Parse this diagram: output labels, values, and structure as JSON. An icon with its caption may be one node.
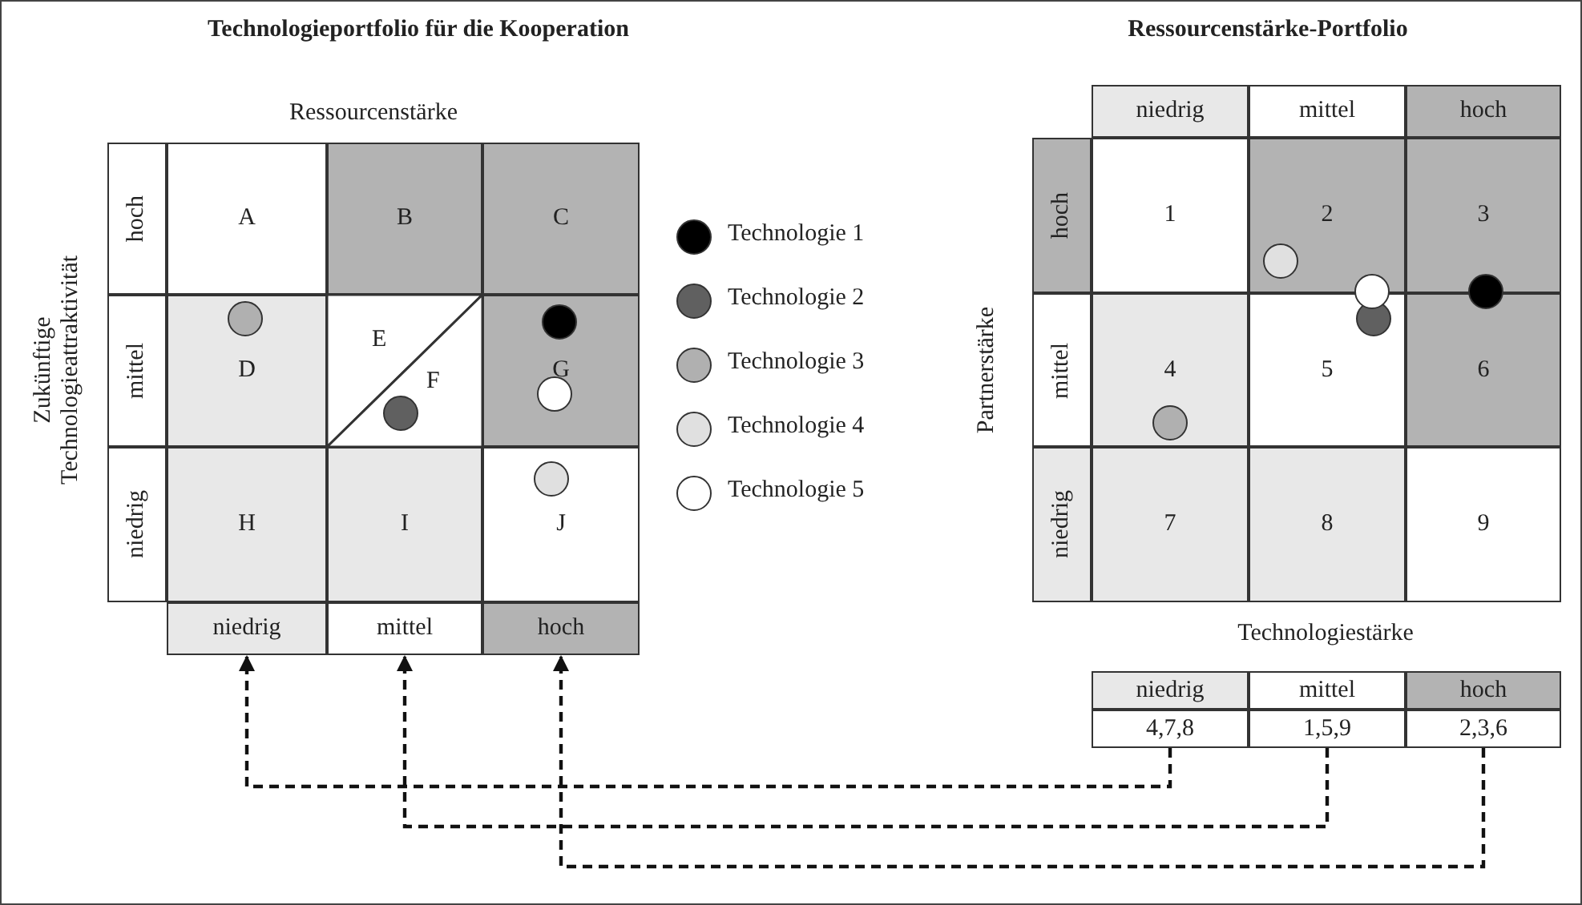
{
  "diagram": {
    "nodes": [
      {
        "text": [
          "A"
        ]
      },
      {
        "text": [
          "B"
        ]
      },
      {
        "text": [
          "C"
        ]
      },
      {
        "text": [
          "D"
        ]
      },
      {
        "text": [
          "E"
        ]
      },
      {
        "text": [
          "F"
        ]
      },
      {
        "text": [
          "G"
        ]
      },
      {
        "text": [
          "H"
        ]
      },
      {
        "text": [
          "I"
        ]
      },
      {
        "text": [
          "J"
        ]
      },
      {
        "text": [
          "hoch"
        ]
      },
      {
        "text": [
          "mittel"
        ]
      },
      {
        "text": [
          "niedrig"
        ]
      },
      {
        "text": [
          "niedrig"
        ]
      },
      {
        "text": [
          "mittel"
        ]
      },
      {
        "text": [
          "hoch"
        ]
      },
      {
        "text": [
          "niedrig"
        ]
      },
      {
        "text": [
          "mittel"
        ]
      },
      {
        "text": [
          "hoch"
        ]
      },
      {
        "text": [
          "hoch"
        ]
      },
      {
        "text": [
          "mittel"
        ]
      },
      {
        "text": [
          "niedrig"
        ]
      },
      {
        "text": [
          "1"
        ]
      },
      {
        "text": [
          "2"
        ]
      },
      {
        "text": [
          "3"
        ]
      },
      {
        "text": [
          "4"
        ]
      },
      {
        "text": [
          "5"
        ]
      },
      {
        "text": [
          "6"
        ]
      },
      {
        "text": [
          "7"
        ]
      },
      {
        "text": [
          "8"
        ]
      },
      {
        "text": [
          "9"
        ]
      },
      {
        "text": [
          "niedrig"
        ]
      },
      {
        "text": [
          "mittel"
        ]
      },
      {
        "text": [
          "hoch"
        ]
      },
      {
        "text": [
          "4,7,8"
        ]
      },
      {
        "text": [
          "1,5,9"
        ]
      },
      {
        "text": [
          "2,3,6"
        ]
      },
      {
        "text": [],
        "shape": "circle",
        "in": 3
      },
      {
        "text": [],
        "shape": "circle",
        "in": 5
      },
      {
        "text": [],
        "shape": "circle",
        "in": 6
      },
      {
        "text": [],
        "shape": "circle",
        "in": 6
      },
      {
        "text": [],
        "shape": "circle",
        "in": 9
      },
      {
        "text": [],
        "shape": "circle",
        "in": 23
      },
      {
        "text": [],
        "shape": "circle"
      },
      {
        "text": [],
        "shape": "circle"
      },
      {
        "text": [],
        "shape": "circle",
        "in": 26
      },
      {
        "text": [],
        "shape": "circle",
        "in": 25
      }
    ],
    "edges": [
      {
        "from": 34,
        "to": 13,
        "arrow": "to",
        "style": "dashed"
      },
      {
        "from": 35,
        "to": 14,
        "arrow": "to",
        "style": "dashed"
      },
      {
        "from": 36,
        "to": 15,
        "arrow": "to",
        "style": "dashed"
      }
    ],
    "labels": [
      "Technologieportfolio für die Kooperation",
      "Ressourcenstärke-Portfolio",
      "Ressourcenstärke",
      "Zukünftige Technologieattraktivität",
      "Partnerstärke",
      "Technologiestärke"
    ],
    "legend": [
      {
        "text": "Technologie 1",
        "color": "#000000"
      },
      {
        "text": "Technologie 2",
        "color": "#606060"
      },
      {
        "text": "Technologie 3",
        "color": "#b0b0b0"
      },
      {
        "text": "Technologie 4",
        "color": "#e0e0e0"
      },
      {
        "text": "Technologie 5",
        "color": "#ffffff"
      }
    ]
  }
}
